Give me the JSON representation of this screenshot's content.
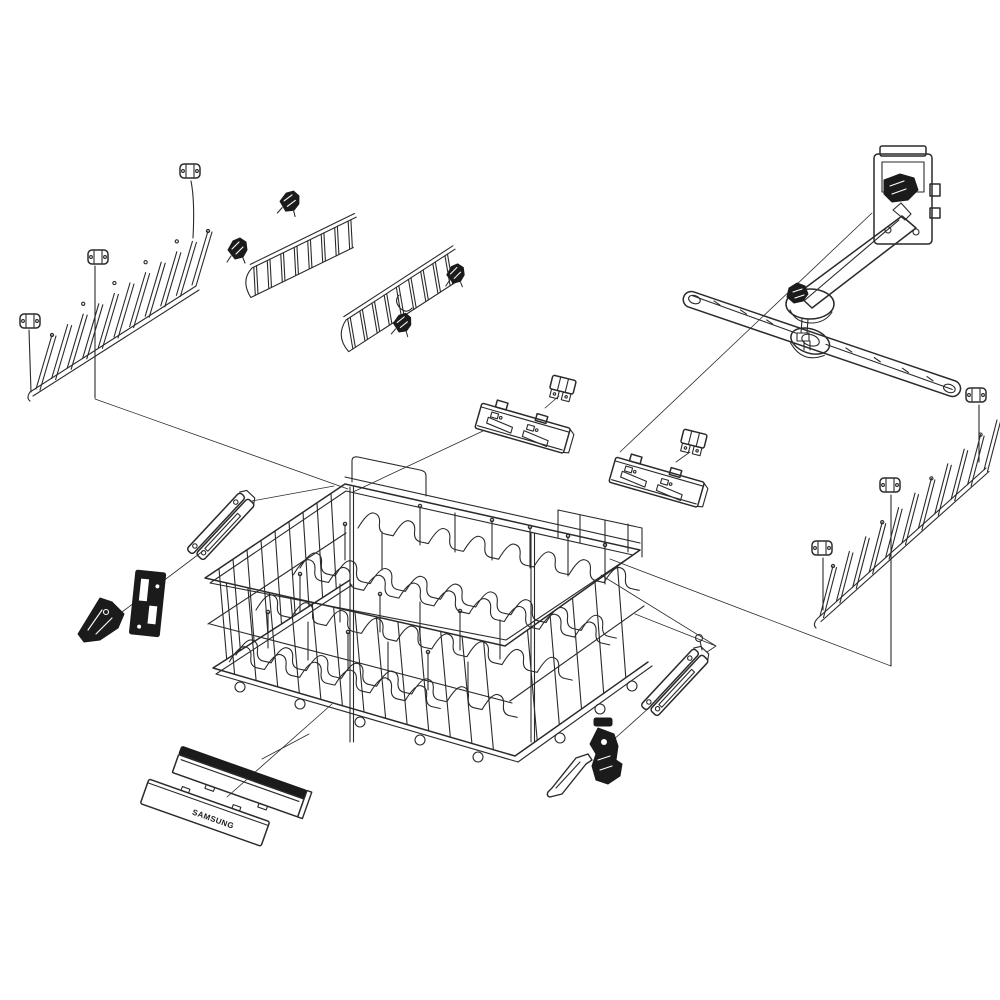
{
  "diagram": {
    "type": "exploded_parts_diagram",
    "subject": "dishwasher lower dish-rack assembly",
    "brand_label": "SAMSUNG",
    "background_color": "#ffffff",
    "line_color": "#2a2a2a",
    "dark_fill": "#1b1b1b",
    "parts": [
      "fold-down tine row (left)",
      "tine row clips (left x3)",
      "mounting clips (upper x2)",
      "fold-down rack (small)",
      "fold-down rack (large)",
      "rack clips (x2)",
      "slide rail bracket (left)",
      "slide rail bracket (right)",
      "rail clip (x2)",
      "upper spray arm",
      "spray arm bearing",
      "water feed duct",
      "duct mounting bracket",
      "fold-down tine row (right)",
      "tine row clips (right x3)",
      "lower dish rack basket",
      "rack rail adapter (left)",
      "rack rail adapter (right)",
      "corner bracket",
      "latch plate",
      "wheel latch",
      "wire guard",
      "front trim panel (outer)",
      "front trim panel (badge)"
    ]
  }
}
